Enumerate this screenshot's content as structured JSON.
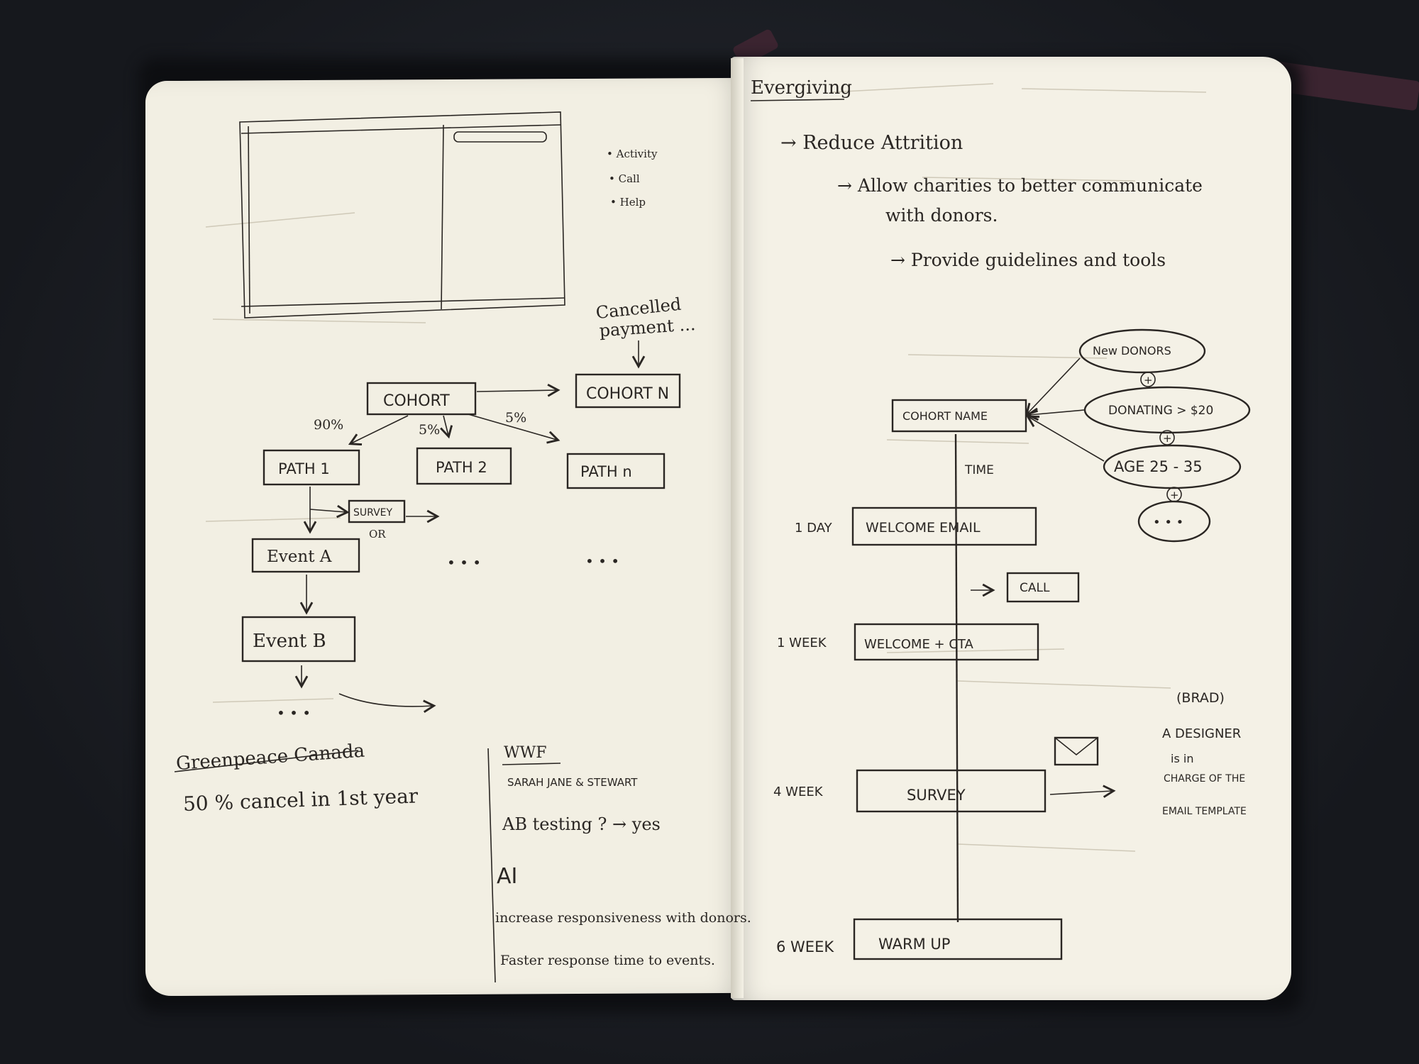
{
  "left_page": {
    "menu": [
      "• Activity",
      "• Call",
      "• Help"
    ],
    "cancelled_note": [
      "Cancelled",
      "payment ..."
    ],
    "cohort": "COHORT",
    "cohort_n": "COHORT N",
    "pct_left": "90%",
    "pct_mid": "5%",
    "pct_right": "5%",
    "path_1": "PATH 1",
    "path_2": "PATH 2",
    "path_n": "PATH n",
    "survey": "SURVEY",
    "or": "OR",
    "event_a": "Event A",
    "event_b": "Event B",
    "dots": "• • •",
    "greenpeace_title": "Greenpeace Canada",
    "greenpeace_note": "50 % cancel in 1st year",
    "wwf_title": "WWF",
    "wwf_names": "SARAH JANE & STEWART",
    "ab_testing": "AB testing ? → yes",
    "ai_title": "AI",
    "ai_note_1": "increase responsiveness with donors.",
    "ai_note_2": "Faster response time to events."
  },
  "right_page": {
    "title": "Evergiving",
    "goal_1": "→ Reduce Attrition",
    "goal_2a": "→ Allow charities to better communicate",
    "goal_2b": "with donors.",
    "goal_3": "→ Provide guidelines and tools",
    "cohort_name": "COHORT NAME",
    "new_donors": "New DONORS",
    "donating": "DONATING > $20",
    "age": "AGE 25 - 35",
    "more": "• • •",
    "plus": "+",
    "time": "TIME",
    "day_1": "1 DAY",
    "welcome_email": "WELCOME EMAIL",
    "call": "CALL",
    "week_1": "1 WEEK",
    "welcome_cta": "WELCOME + CTA",
    "week_4": "4 WEEK",
    "survey": "SURVEY",
    "week_6": "6 WEEK",
    "warm_up": "WARM UP",
    "brad": "(BRAD)",
    "designer_1": "A DESIGNER",
    "designer_2": "is in",
    "designer_3": "CHARGE OF THE",
    "designer_4": "EMAIL TEMPLATE"
  }
}
